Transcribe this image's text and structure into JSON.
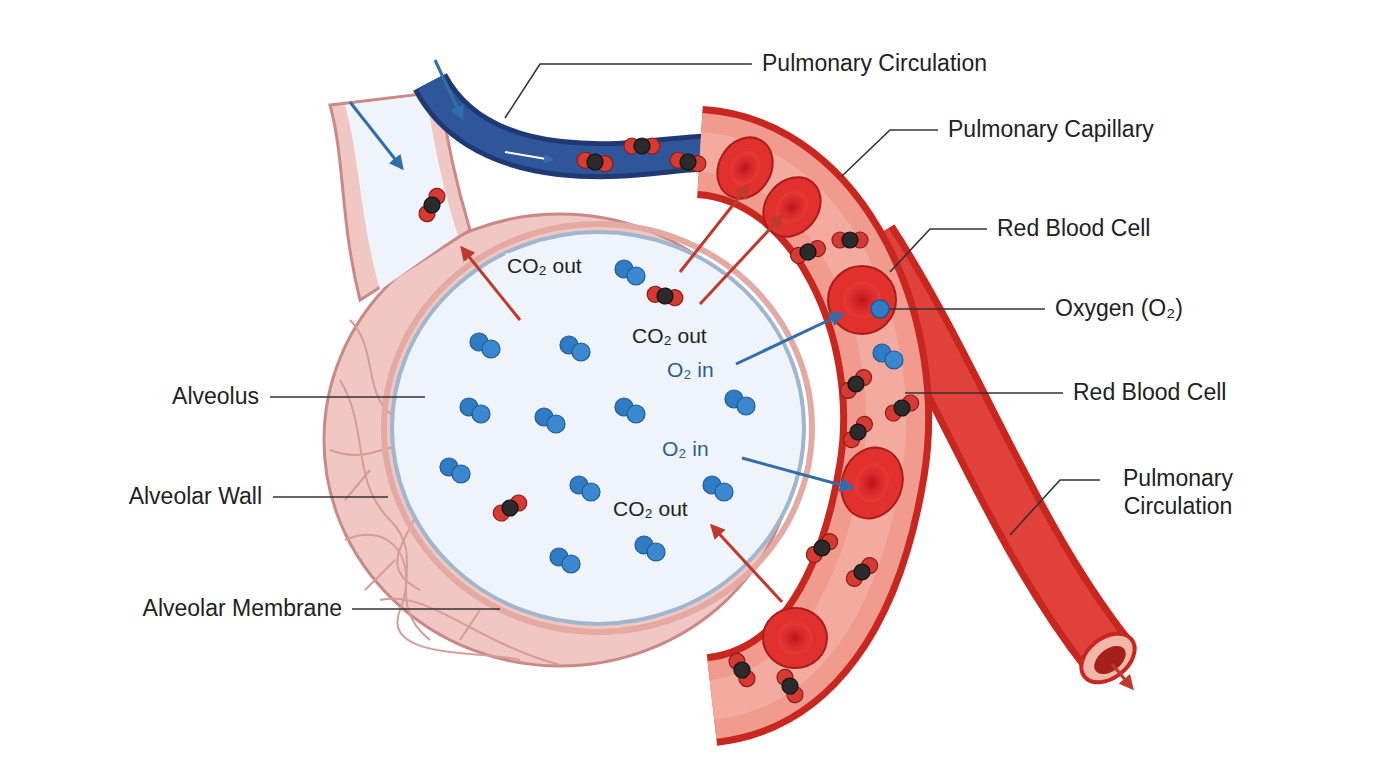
{
  "diagram": {
    "labels": [
      "Pulmonary Circulation",
      "Pulmonary Capillary",
      "Red Blood Cell",
      "Oxygen (O₂)",
      "Red Blood Cell",
      "Pulmonary Circulation",
      "Alveolus",
      "Alveolar Wall",
      "Alveolar Membrane",
      "CO₂ out",
      "CO₂ out",
      "O₂ in",
      "O₂ in",
      "CO₂ out"
    ]
  }
}
